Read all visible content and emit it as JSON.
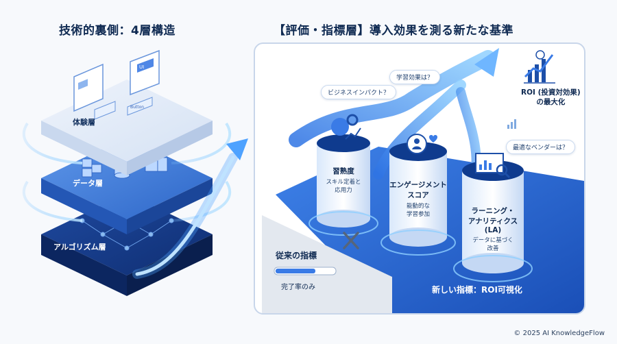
{
  "left": {
    "title": "技術的裏側：4層構造",
    "layers": {
      "experience": "体験層",
      "data": "データ層",
      "algorithm": "アルゴリズム層"
    },
    "ui_labels": {
      "ui": "UI",
      "button": "Button"
    }
  },
  "right": {
    "title": "【評価・指標層】導入効果を測る新たな基準",
    "bubbles": {
      "learning_effect": "学習効果は？",
      "business_impact": "ビジネスインパクト？",
      "best_vendor": "最適なベンダーは？"
    },
    "roi": {
      "line1": "ROI (投資対効果)",
      "line2": "の最大化"
    },
    "pillars": [
      {
        "title": "習熟度",
        "sub1": "スキル定着と",
        "sub2": "応用力"
      },
      {
        "title1": "エンゲージメント",
        "title2": "スコア",
        "sub1": "能動的な",
        "sub2": "学習参加"
      },
      {
        "title1": "ラーニング・",
        "title2": "アナリティクス",
        "title3": "(LA)",
        "sub1": "データに基づく",
        "sub2": "改善"
      }
    ],
    "traditional": {
      "title": "従来の指標",
      "sub": "完了率のみ"
    },
    "new_metric": "新しい指標：ROI可視化"
  },
  "footer": "© 2025 AI KnowledgeFlow",
  "colors": {
    "primary": "#1f5fd6",
    "dark": "#0f2a52",
    "accent": "#3b8df0"
  }
}
